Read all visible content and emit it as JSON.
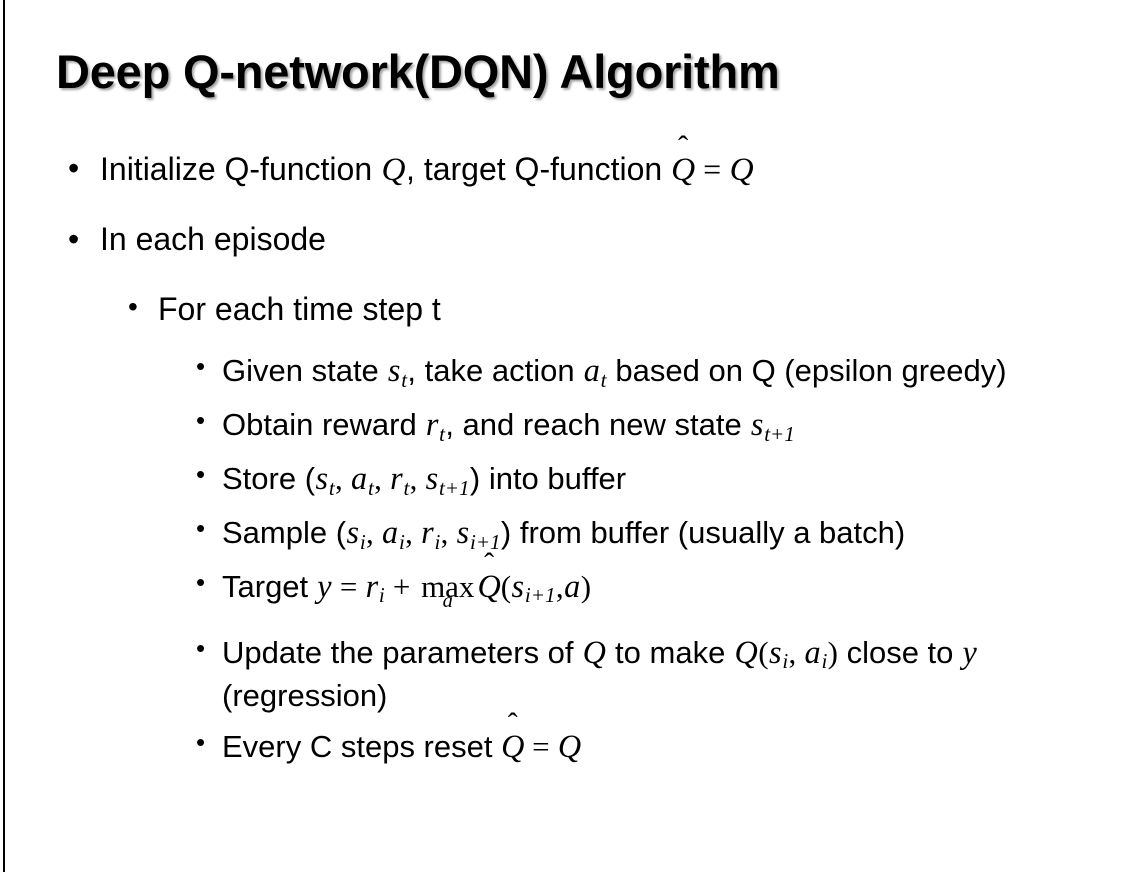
{
  "slide": {
    "title": "Deep Q-network(DQN) Algorithm",
    "background_color": "#ffffff",
    "text_color": "#000000",
    "border_color": "#000000"
  },
  "bullets": {
    "b1": {
      "level": 1,
      "marker": "bullet-dot",
      "pre": "Initialize Q-function ",
      "var_q1": "Q",
      "mid": ", target Q-function ",
      "qhat": "Q",
      "hat": "̂",
      "eq": "=",
      "var_q2": "Q"
    },
    "b2": {
      "level": 1,
      "marker": "bullet-dot",
      "text": "In each episode"
    },
    "b3": {
      "level": 2,
      "marker": "bullet-dot",
      "text": "For each time step t"
    },
    "b4": {
      "level": 3,
      "marker": "bullet-dot",
      "pre": "Given state ",
      "var_s": "s",
      "sub_s": "t",
      "mid": ", take action ",
      "var_a": "a",
      "sub_a": "t",
      "post": " based on Q (epsilon greedy)"
    },
    "b5": {
      "level": 3,
      "marker": "bullet-dot",
      "pre": "Obtain reward ",
      "var_r": "r",
      "sub_r": "t",
      "mid": ", and reach new state ",
      "var_s": "s",
      "sub_s": "t+1"
    },
    "b6": {
      "level": 3,
      "marker": "bullet-dot",
      "pre": "Store (",
      "v1": "s",
      "s1": "t",
      "c1": ", ",
      "v2": "a",
      "s2": "t",
      "c2": ", ",
      "v3": "r",
      "s3": "t",
      "c3": ", ",
      "v4": "s",
      "s4": "t+1",
      "close": ")",
      "post": " into buffer"
    },
    "b7": {
      "level": 3,
      "marker": "bullet-dot",
      "pre": "Sample (",
      "v1": "s",
      "s1": "i",
      "c1": ", ",
      "v2": "a",
      "s2": "i",
      "c2": ", ",
      "v3": "r",
      "s3": "i",
      "c3": ", ",
      "v4": "s",
      "s4": "i+1",
      "close": ")",
      "post": " from buffer (usually a batch)"
    },
    "b8": {
      "level": 3,
      "marker": "bullet-dot",
      "pre": "Target ",
      "var_y": "y",
      "eq": "=",
      "var_r": "r",
      "sub_r": "i",
      "plus": "+",
      "max_op": "max",
      "max_lim": "a",
      "qhat": "Q",
      "hat": "̂",
      "paren_open": "(",
      "var_s": "s",
      "sub_s": "i+1",
      "comma": ",",
      "var_a": "a",
      "paren_close": ")"
    },
    "b9": {
      "level": 3,
      "marker": "bullet-dot",
      "pre": "Update the parameters of ",
      "var_q1": "Q",
      "mid": " to make ",
      "var_q2": "Q",
      "paren_open": "(",
      "v1": "s",
      "s1": "i",
      "c1": ", ",
      "v2": "a",
      "s2": "i",
      "paren_close": ")",
      "post": " close to ",
      "var_y": "y",
      "tail": " (regression)"
    },
    "b10": {
      "level": 3,
      "marker": "bullet-dot",
      "pre": "Every C steps reset ",
      "qhat": "Q",
      "hat": "̂",
      "eq": "=",
      "var_q": "Q"
    }
  },
  "glyphs": {
    "bullet": "•"
  }
}
